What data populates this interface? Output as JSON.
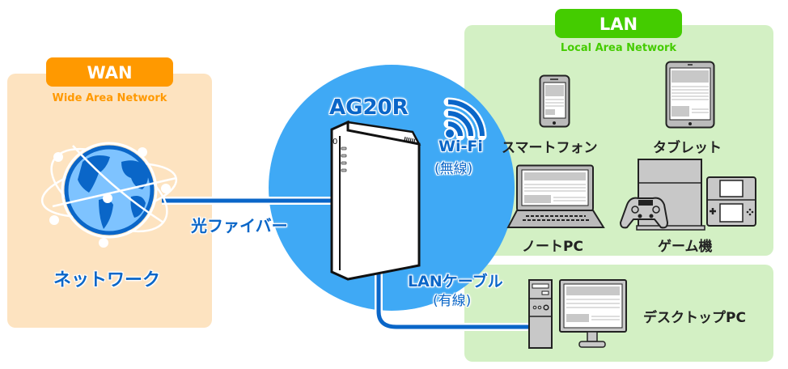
{
  "wan": {
    "title": "WAN",
    "subtitle": "Wide Area Network",
    "network_label": "ネットワーク",
    "icon": "globe-icon"
  },
  "connection": {
    "fiber_label": "光ファイバー",
    "wifi_label": "Wi-Fi",
    "wifi_sub": "(無線)",
    "cable_label": "LANケーブル",
    "cable_sub": "(有線)"
  },
  "router": {
    "model": "AG20R",
    "icon": "router-icon"
  },
  "lan": {
    "title": "LAN",
    "subtitle": "Local Area Network",
    "wireless_devices": [
      {
        "label": "スマートフォン",
        "icon": "smartphone-icon"
      },
      {
        "label": "タブレット",
        "icon": "tablet-icon"
      },
      {
        "label": "ノートPC",
        "icon": "laptop-icon"
      },
      {
        "label": "ゲーム機",
        "icon": "game-console-icon"
      }
    ],
    "wired_devices": [
      {
        "label": "デスクトップPC",
        "icon": "desktop-pc-icon"
      }
    ]
  },
  "colors": {
    "wan_bg": "#fde3c0",
    "wan_accent": "#ff9900",
    "lan_bg": "#d3f0c4",
    "lan_accent": "#44cc00",
    "router_circle": "#3fa9f5",
    "line_blue": "#0a66c8"
  }
}
